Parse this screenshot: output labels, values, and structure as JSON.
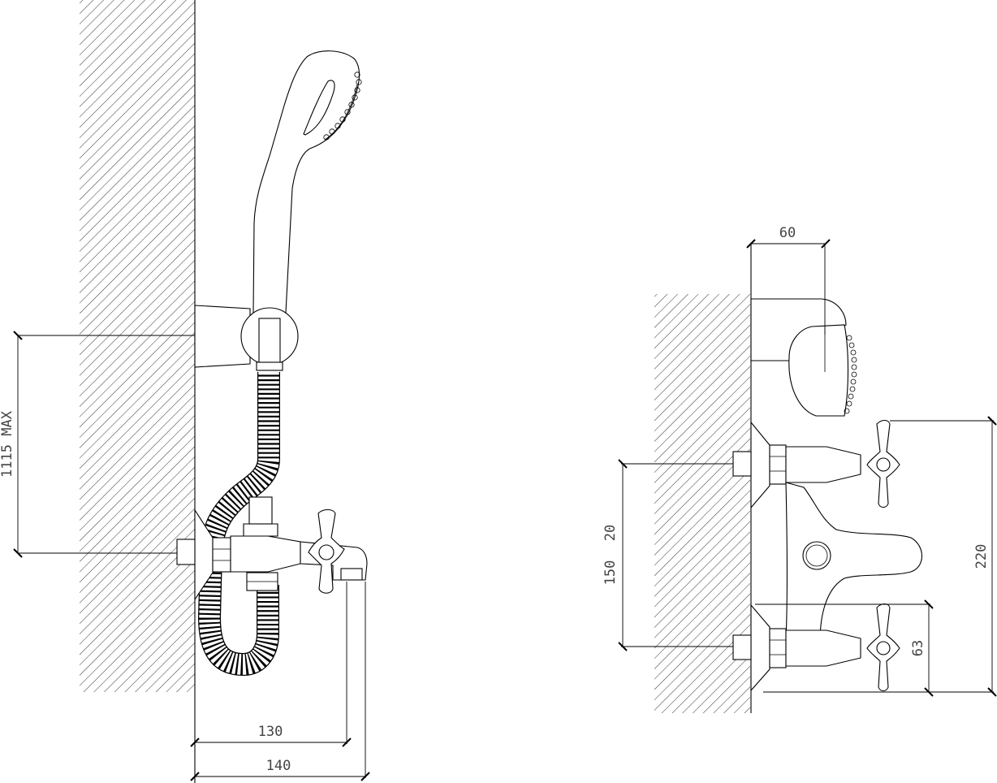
{
  "dimensions": {
    "side_height": "1115 MAX",
    "side_depth_inner": "130",
    "side_depth_outer": "140",
    "front_top_width": "60",
    "front_offset": "20",
    "front_spacing": "150",
    "front_height": "220",
    "front_bottom": "63"
  },
  "colors": {
    "line": "#000000",
    "text": "#444444",
    "background": "#ffffff"
  }
}
